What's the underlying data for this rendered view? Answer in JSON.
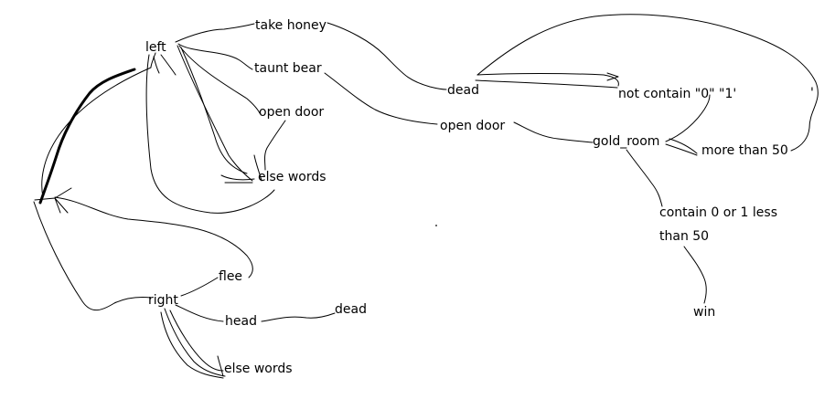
{
  "nodes": {
    "left": "left",
    "take_honey": "take honey",
    "taunt_bear": "taunt bear",
    "open_door_left": "open door",
    "else_words_left": "else words",
    "dead_top": "dead",
    "open_door_mid": "open door",
    "not_contain": "not contain \"0\" \"1'",
    "apostrophe": "'",
    "gold_room": "gold_room",
    "more_than_50": "more than 50",
    "contain_line1": "contain 0 or 1 less",
    "contain_line2": "than 50",
    "win": "win",
    "right": "right",
    "flee": "flee",
    "head": "head",
    "dead_bottom": "dead",
    "else_words_right": "else words"
  },
  "colors": {
    "ink": "#000000",
    "background": "#ffffff"
  }
}
